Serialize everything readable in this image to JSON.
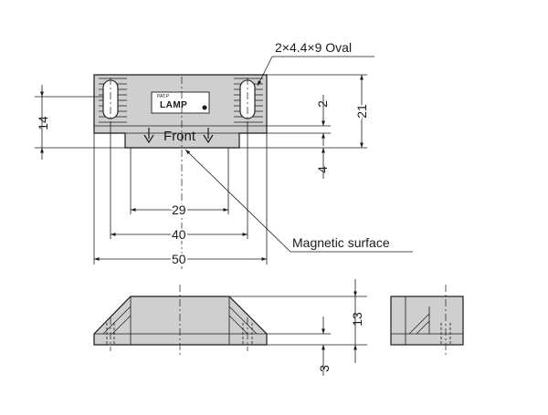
{
  "callouts": {
    "oval_holes": "2×4.4×9 Oval",
    "magnetic_surface": "Magnetic surface"
  },
  "front_label": "Front",
  "logo": {
    "brand": "LAMP",
    "mark": "PAT.P"
  },
  "dimensions": {
    "height_14": "14",
    "offset_2": "2",
    "height_21": "21",
    "offset_4": "4",
    "width_29": "29",
    "width_40": "40",
    "width_50": "50",
    "height_13": "13",
    "base_3": "3"
  }
}
